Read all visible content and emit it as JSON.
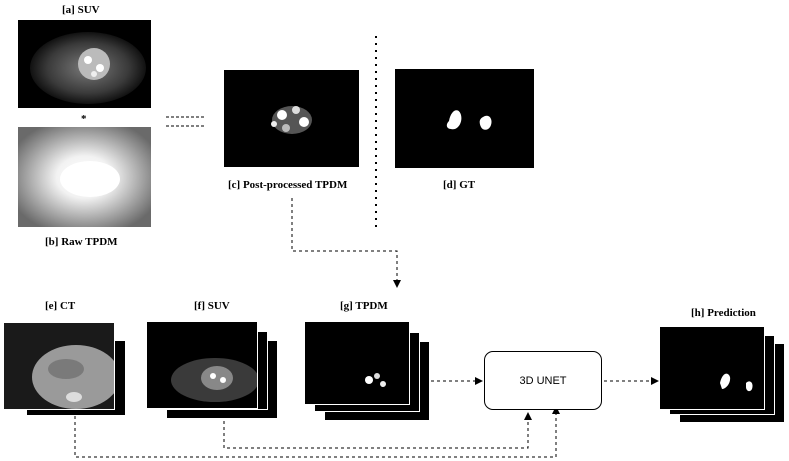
{
  "labels": {
    "a": "[a] SUV",
    "b": "[b] Raw TPDM",
    "c": "[c] Post-processed TPDM",
    "d": "[d] GT",
    "e": "[e] CT",
    "f": "[f] SUV",
    "g": "[g] TPDM",
    "h": "[h] Prediction"
  },
  "operator": "*",
  "unet_label": "3D UNET"
}
